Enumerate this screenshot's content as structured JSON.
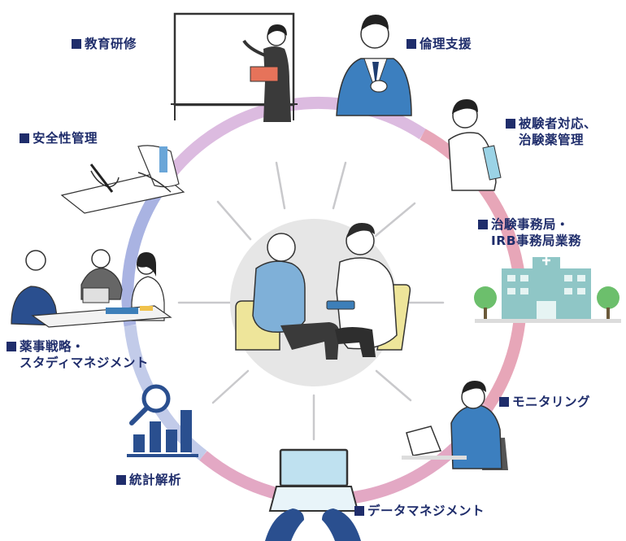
{
  "labels": {
    "education": "教育研修",
    "ethics": "倫理支援",
    "subject_line1": "被験者対応、",
    "subject_line2": "治験薬管理",
    "office_line1": "治験事務局・",
    "office_line2": "IRB事務局業務",
    "monitoring": "モニタリング",
    "data_mgmt": "データマネジメント",
    "stats": "統計解析",
    "strategy_line1": "薬事戦略・",
    "strategy_line2": "スタディマネジメント",
    "safety": "安全性管理"
  },
  "colors": {
    "label_text": "#1f2d6b",
    "ring_purple": "#d9b4dd",
    "ring_pink": "#e6a3b4",
    "ring_blue": "#aab5e0",
    "ring_lavender": "#c9b6de",
    "spoke": "#c9c9cc",
    "center_circle": "#e6e6e6",
    "accent_blue": "#2a4f8f"
  },
  "icons": [
    "whiteboard-teacher-icon",
    "businessman-icon",
    "nurse-clipboard-icon",
    "hospital-icon",
    "monitoring-laptop-icon",
    "typing-laptop-icon",
    "bar-chart-magnifier-icon",
    "meeting-table-icon",
    "signing-document-icon",
    "doctor-patient-icon"
  ]
}
